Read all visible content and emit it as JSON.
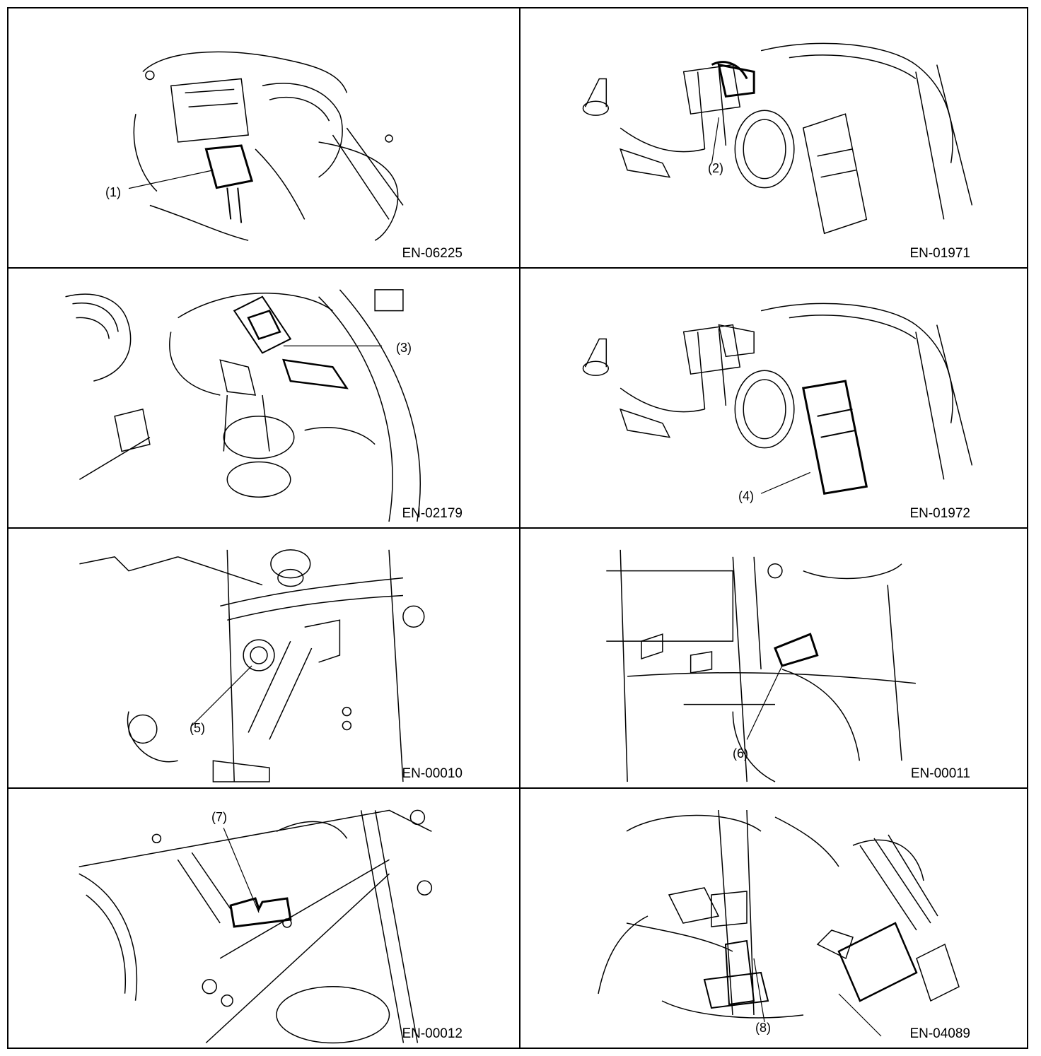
{
  "panels": [
    {
      "code": "EN-06225",
      "callout": "(1)"
    },
    {
      "code": "EN-01971",
      "callout": "(2)"
    },
    {
      "code": "EN-02179",
      "callout": "(3)"
    },
    {
      "code": "EN-01972",
      "callout": "(4)"
    },
    {
      "code": "EN-00010",
      "callout": "(5)"
    },
    {
      "code": "EN-00011",
      "callout": "(6)"
    },
    {
      "code": "EN-00012",
      "callout": "(7)"
    },
    {
      "code": "EN-04089",
      "callout": "(8)"
    }
  ]
}
